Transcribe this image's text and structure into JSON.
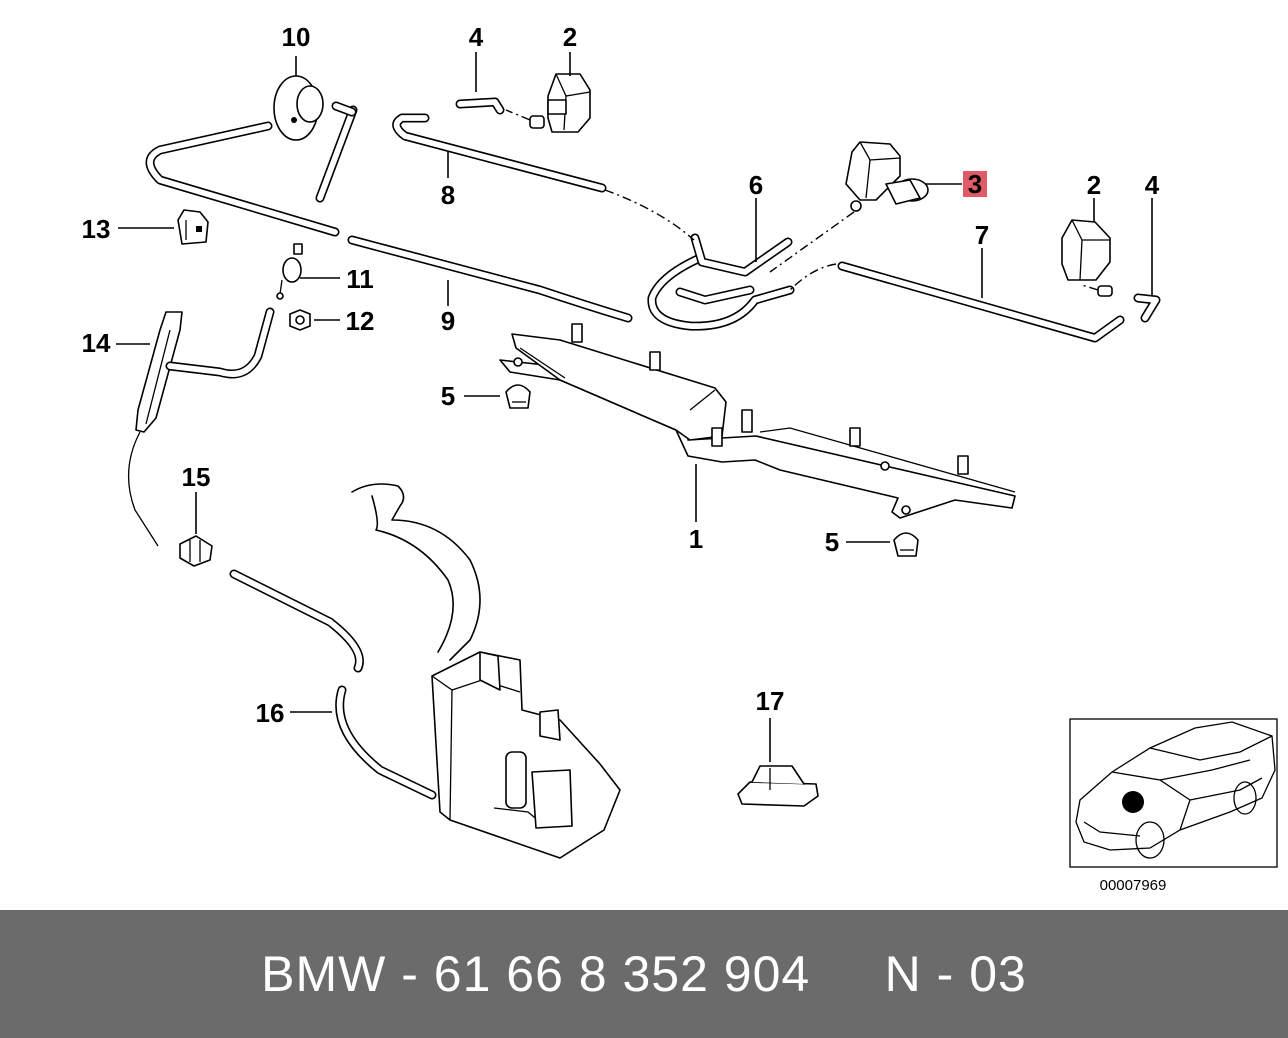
{
  "diagram": {
    "callouts": {
      "c1": "1",
      "c2a": "2",
      "c2b": "2",
      "c3": "3",
      "c4a": "4",
      "c4b": "4",
      "c5a": "5",
      "c5b": "5",
      "c6": "6",
      "c7": "7",
      "c8": "8",
      "c9": "9",
      "c10": "10",
      "c11": "11",
      "c12": "12",
      "c13": "13",
      "c14": "14",
      "c15": "15",
      "c16": "16",
      "c17": "17"
    },
    "highlighted_callout": "3",
    "highlight_color": "#e05a68",
    "diagram_id": "00007969"
  },
  "footer": {
    "text": "BMW - 61 66 8 352 904     N - 03",
    "background": "#6b6b6b"
  }
}
